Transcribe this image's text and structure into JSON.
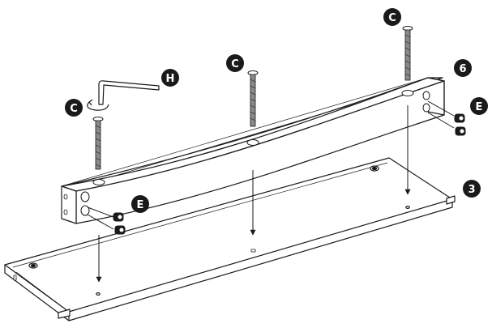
{
  "labels": {
    "c_top_right": "C",
    "c_middle": "C",
    "c_left": "C",
    "h_tool": "H",
    "e_right": "E",
    "e_left": "E",
    "part_6": "6",
    "part_3": "3"
  },
  "colors": {
    "line": "#1a1a1a",
    "badge_fill": "#1a1a1a",
    "badge_text": "#ffffff",
    "background": "#ffffff",
    "bolt_metal": "#8a8a8a"
  }
}
